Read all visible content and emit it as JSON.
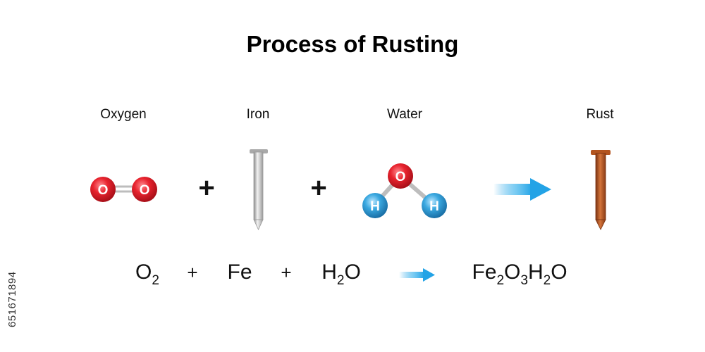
{
  "title": "Process of Rusting",
  "labels": {
    "oxygen": "Oxygen",
    "iron": "Iron",
    "water": "Water",
    "rust": "Rust"
  },
  "symbols": {
    "plus": "+",
    "oxygen_atom": "O",
    "hydrogen_atom": "H"
  },
  "equation": {
    "o2": {
      "base": "O",
      "sub": "2"
    },
    "fe": "Fe",
    "h2o": {
      "h": "H",
      "h_sub": "2",
      "o": "O"
    },
    "product": {
      "p1": "Fe",
      "s1": "2",
      "p2": "O",
      "s2": "3",
      "p3": "H",
      "s3": "2",
      "p4": "O"
    }
  },
  "stock_id": "651671894",
  "colors": {
    "oxygen_red": "#e8232e",
    "hydrogen_blue": "#3aa8e0",
    "arrow_blue": "#23a3e6",
    "rust_brown": "#b85a2a",
    "iron_gray": "#c8c8c8"
  }
}
